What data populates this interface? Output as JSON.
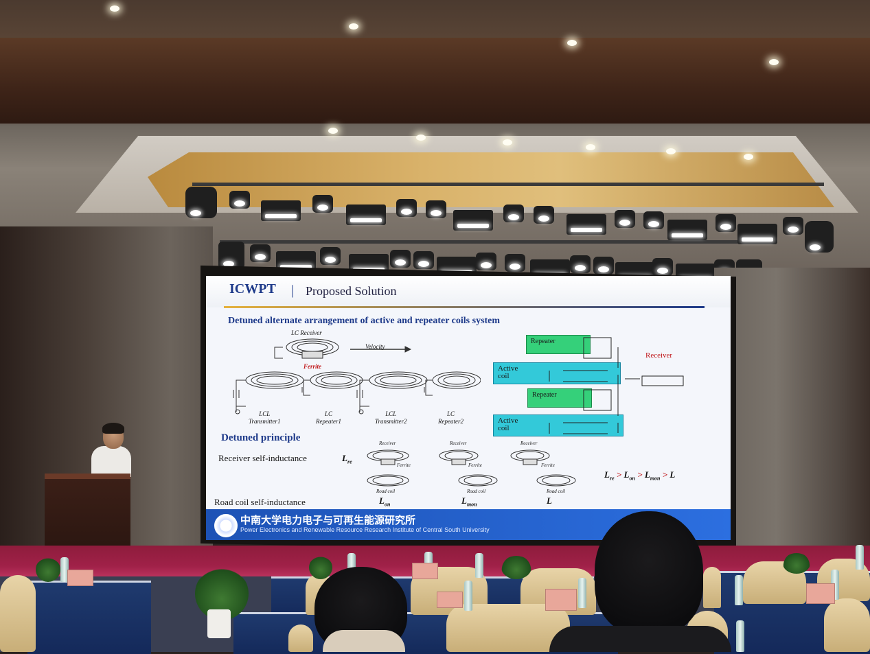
{
  "slide": {
    "brand": "ICWPT",
    "title": "Proposed Solution",
    "section1": "Detuned alternate arrangement of active and repeater coils system",
    "section2": "Detuned principle",
    "diagram_labels": {
      "lc_receiver": "LC  Receiver",
      "velocity": "Velocity",
      "ferrite": "Ferrite",
      "lcl_transmitter1": "LCL\nTransmitter1",
      "lc_repeater1": "LC\nRepeater1",
      "lcl_transmitter2": "LCL\nTransmitter2",
      "lc_repeater2": "LC\nRepeater2"
    },
    "circuit": {
      "repeater_top": "Repeater",
      "active_coil_1": "Active\ncoil",
      "repeater_mid": "Repeater",
      "active_coil_2": "Active\ncoil",
      "receiver": "Receiver"
    },
    "principle": {
      "receiver_label": "Receiver self-inductance",
      "receiver_symbol": "L",
      "receiver_symbol_sub": "re",
      "road_label": "Road coil self-inductance",
      "coil_small_labels": [
        "Receiver",
        "Ferrite",
        "Road coil"
      ],
      "road_symbols": [
        "L",
        "L",
        "L"
      ],
      "road_symbol_subs": [
        "on",
        "mon",
        ""
      ],
      "inequality": "L > L > L > L",
      "inequality_subs": [
        "re",
        "on",
        "mon",
        ""
      ]
    },
    "footer": {
      "cn": "中南大学电力电子与可再生能源研究所",
      "en": "Power Electronics and Renewable Resource Research Institute of Central South University"
    }
  }
}
